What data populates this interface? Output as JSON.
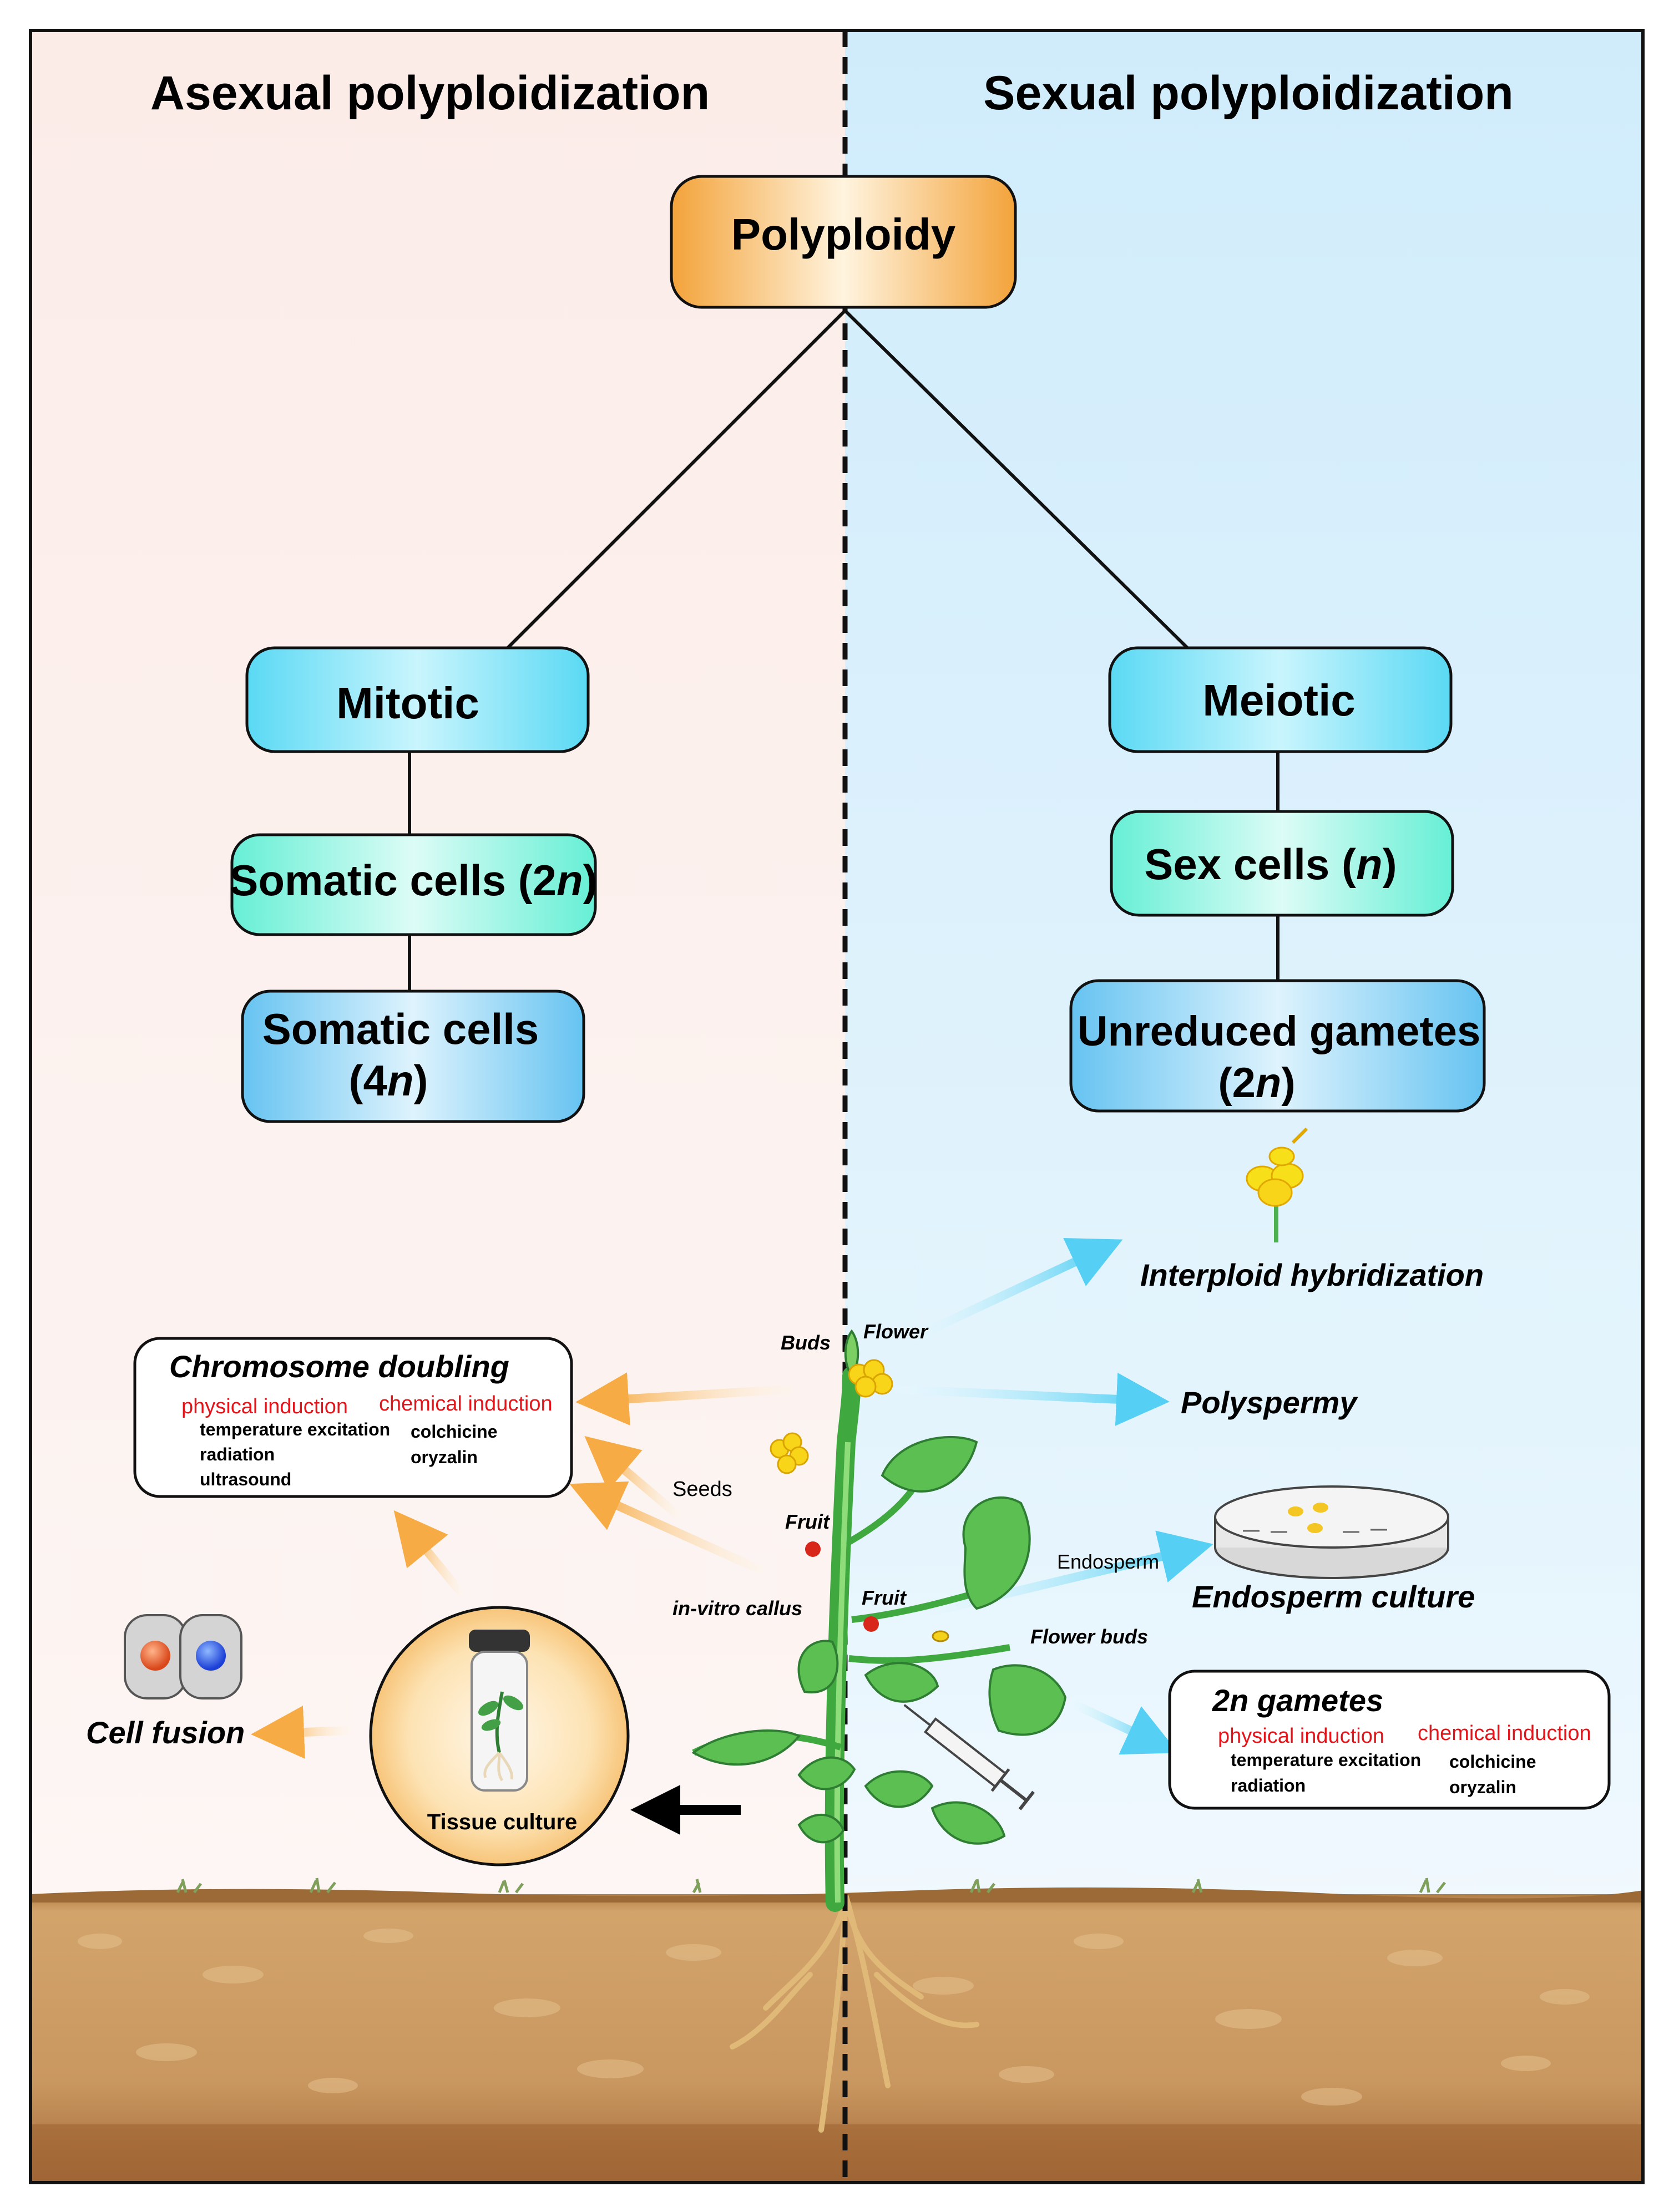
{
  "panels": {
    "left_title": "Asexual polyploidization",
    "right_title": "Sexual polyploidization"
  },
  "root": {
    "label": "Polyploidy"
  },
  "left_branch": {
    "mitotic": "Mitotic",
    "somatic_2n": {
      "text": "Somatic cells (2",
      "n": "n",
      "close": ")"
    },
    "somatic_4n": {
      "line1": "Somatic cells",
      "open": "(4",
      "n": "n",
      "close": ")"
    }
  },
  "right_branch": {
    "meiotic": "Meiotic",
    "sex_cells": {
      "text": "Sex cells (",
      "n": "n",
      "close": ")"
    },
    "unreduced": {
      "line1": "Unreduced gametes",
      "open": "(2",
      "n": "n",
      "close": ")"
    }
  },
  "chromosome_doubling": {
    "title": "Chromosome doubling",
    "physical_header": "physical induction",
    "chemical_header": "chemical induction",
    "physical_items": [
      "temperature excitation",
      "radiation",
      "ultrasound"
    ],
    "chemical_items": [
      "colchicine",
      "oryzalin"
    ]
  },
  "gametes_2n": {
    "title": "2n gametes",
    "physical_header": "physical induction",
    "chemical_header": "chemical induction",
    "physical_items": [
      "temperature excitation",
      "radiation"
    ],
    "chemical_items": [
      "colchicine",
      "oryzalin"
    ]
  },
  "methods": {
    "interploid": "Interploid hybridization",
    "polyspermy": "Polyspermy",
    "endosperm_culture": "Endosperm culture",
    "cell_fusion": "Cell fusion",
    "tissue_culture": "Tissue culture"
  },
  "plant_labels": {
    "buds": "Buds",
    "flower": "Flower",
    "seeds": "Seeds",
    "fruit_left": "Fruit",
    "in_vitro_callus": "in-vitro callus",
    "fruit_right": "Fruit",
    "endosperm": "Endosperm",
    "flower_buds": "Flower buds"
  },
  "colors": {
    "left_bg": "#fbefeb",
    "right_bg": "#d4eefb",
    "orange_box": "#f6ae4a",
    "cyan_box": "#63ddf6",
    "teal_box": "#6ff0da",
    "blue_box": "#6ec9f3",
    "orange_arrow": "#f7b860",
    "cyan_arrow": "#6fd6f5",
    "red_text": "#e3151a",
    "soil": "#c99a5e"
  }
}
